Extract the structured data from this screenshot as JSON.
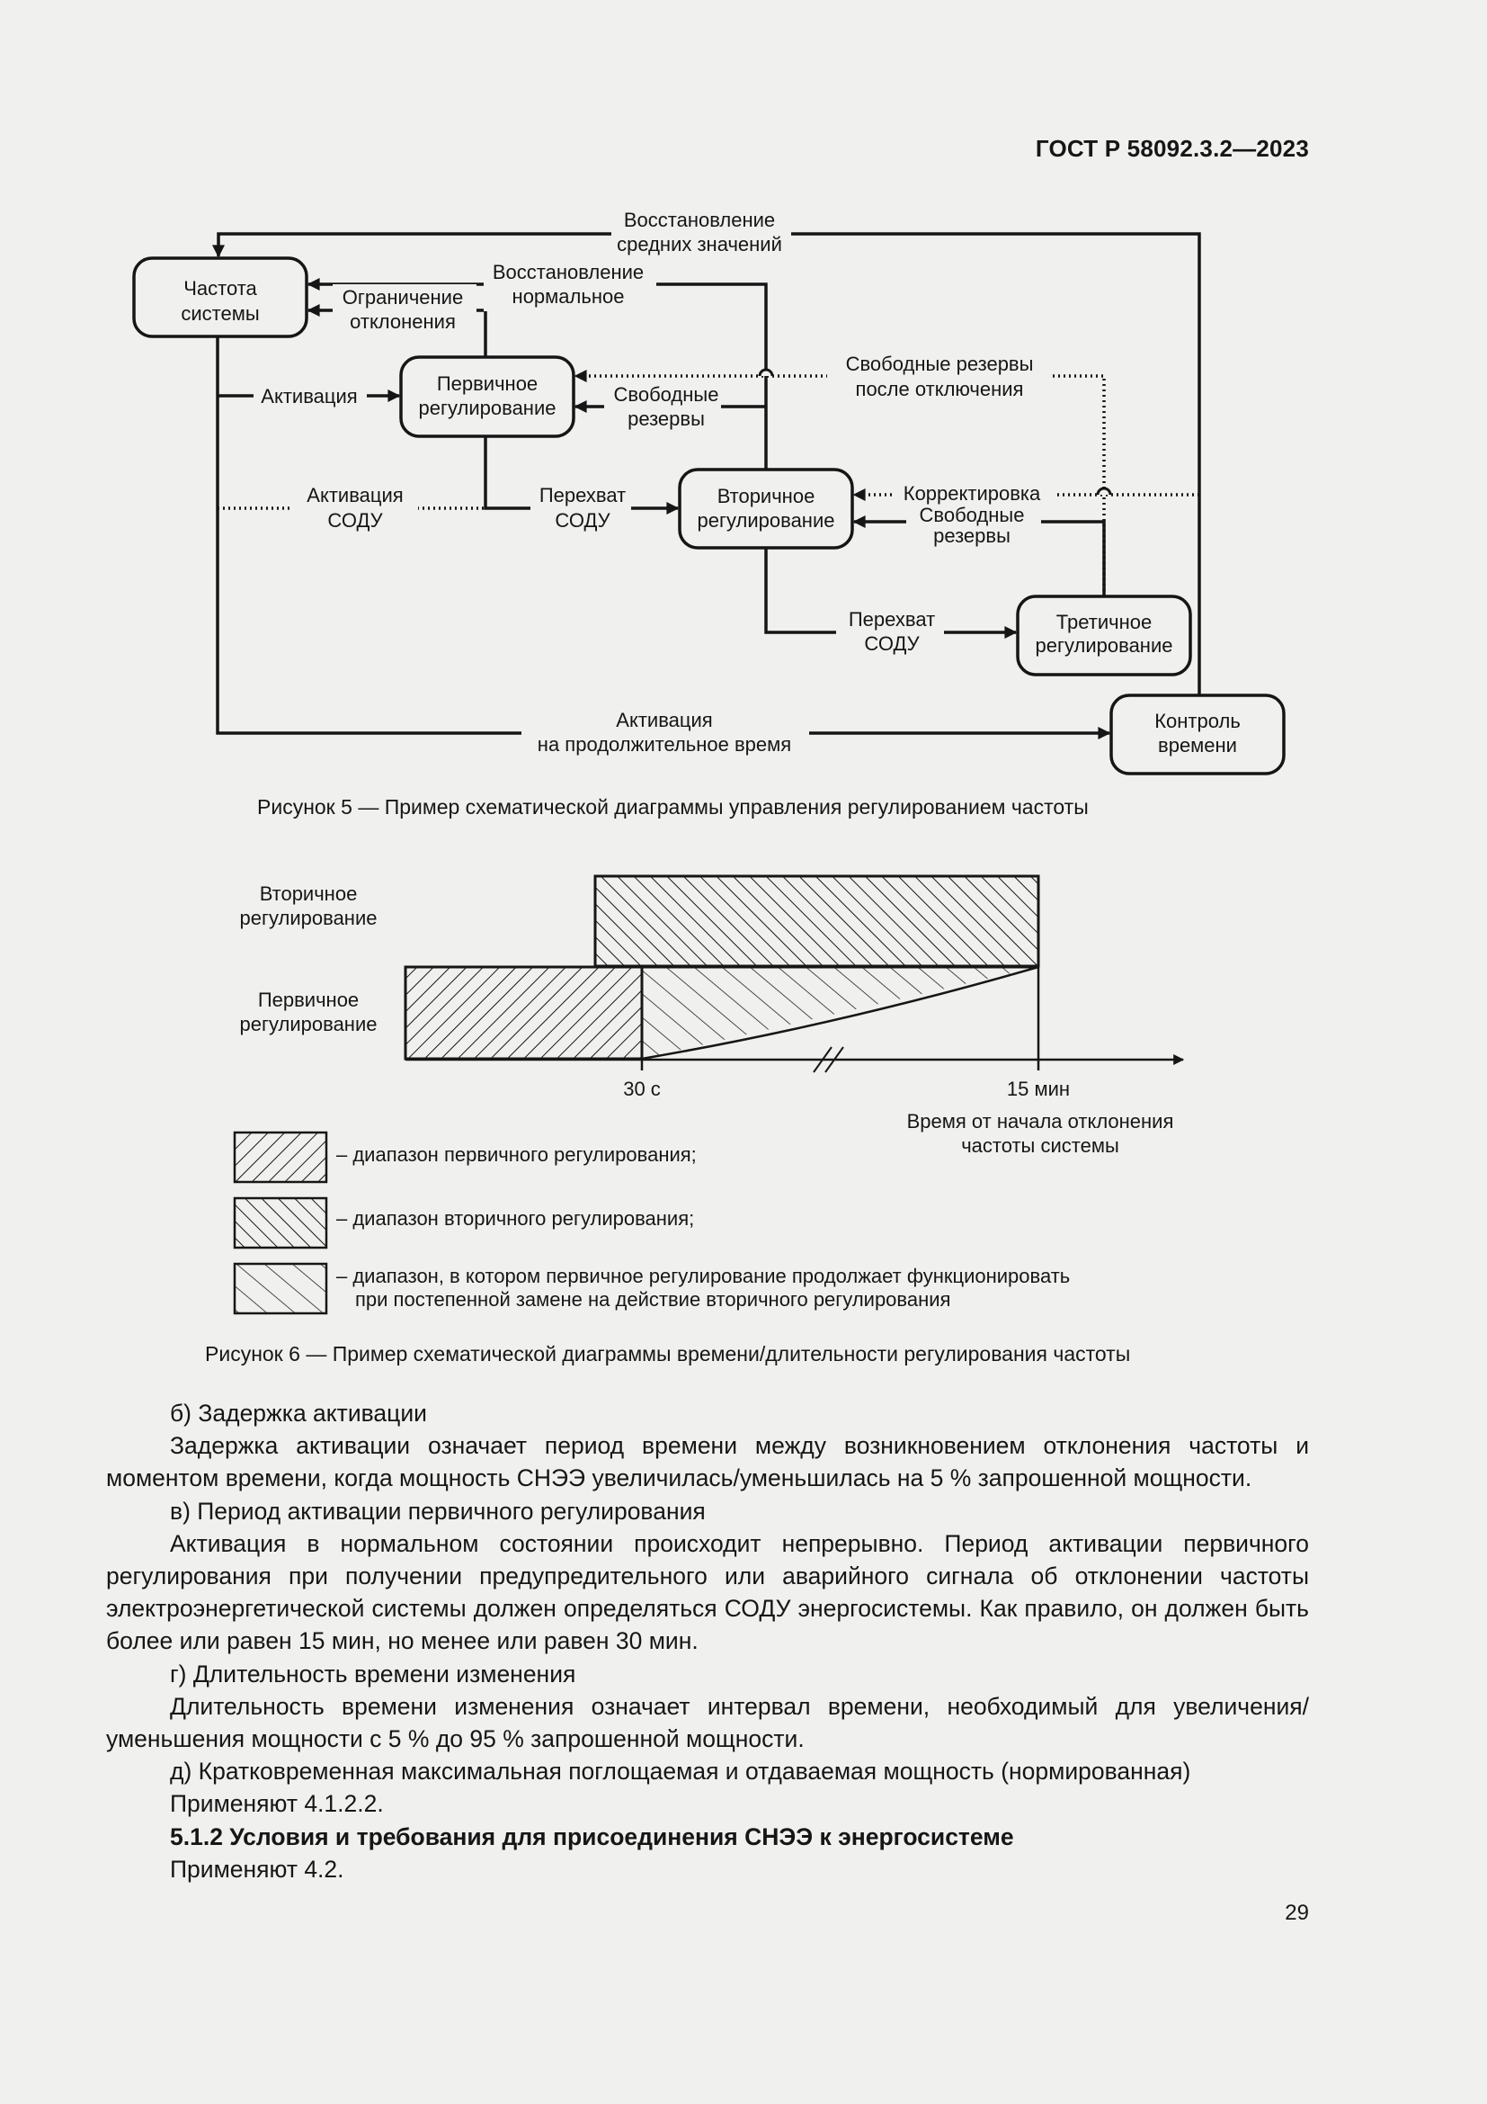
{
  "header": {
    "standard": "ГОСТ Р 58092.3.2—2023"
  },
  "figure5": {
    "nodes": {
      "freq": [
        "Частота",
        "системы"
      ],
      "primary": [
        "Первичное",
        "регулирование"
      ],
      "secondary": [
        "Вторичное",
        "регулирование"
      ],
      "tertiary": [
        "Третичное",
        "регулирование"
      ],
      "time": [
        "Контроль",
        "времени"
      ]
    },
    "labels": {
      "restore_avg": [
        "Восстановление",
        "средних значений"
      ],
      "restore_norm": [
        "Восстановление",
        "нормальное"
      ],
      "limit_dev": [
        "Ограничение",
        "отклонения"
      ],
      "activation": "Активация",
      "free_res_after": [
        "Свободные резервы",
        "после отключения"
      ],
      "free_res_1": [
        "Свободные",
        "резервы"
      ],
      "activation_sodu": [
        "Активация",
        "СОДУ"
      ],
      "intercept_sodu_1": [
        "Перехват",
        "СОДУ"
      ],
      "correction": "Корректировка",
      "free_res_2": [
        "Свободные",
        "резервы"
      ],
      "intercept_sodu_2": [
        "Перехват",
        "СОДУ"
      ],
      "activation_long": [
        "Активация",
        "на продолжительное время"
      ]
    },
    "caption": "Рисунок 5 — Пример схематической диаграммы управления регулированием частоты"
  },
  "figure6": {
    "row_labels": {
      "secondary": [
        "Вторичное",
        "регулирование"
      ],
      "primary": [
        "Первичное",
        "регулирование"
      ]
    },
    "ticks": [
      "30 с",
      "15 мин"
    ],
    "axis_label": [
      "Время от начала отклонения",
      "частоты системы"
    ],
    "legend": [
      {
        "pattern": "backslash",
        "text": [
          "– диапазон первичного регулирования;"
        ]
      },
      {
        "pattern": "slash-dense",
        "text": [
          "– диапазон вторичного регулирования;"
        ]
      },
      {
        "pattern": "slash-sparse",
        "text": [
          "– диапазон, в котором первичное регулирование продолжает функционировать",
          "при постепенной замене на действие вторичного регулирования"
        ]
      }
    ],
    "caption": "Рисунок 6 — Пример схематической диаграммы времени/длительности регулирования частоты"
  },
  "body": {
    "p1": "б)  Задержка активации",
    "p2": "Задержка активации означает период времени между возникновением отклонения частоты и моментом времени, когда мощность СНЭЭ увеличилась/уменьшилась на 5 % запрошенной мощности.",
    "p3": "в)  Период активации первичного регулирования",
    "p4": "Активация в нормальном состоянии происходит непрерывно. Период активации первичного регулирования при получении предупредительного или аварийного сигнала об отклонении частоты электроэнергетической системы должен определяться СОДУ энергосистемы. Как правило, он должен быть более или равен 15 мин, но менее или равен 30 мин.",
    "p5": "г)  Длительность времени изменения",
    "p6": "Длительность времени изменения означает интервал времени, необходимый для увеличения/уменьшения мощности с 5 % до 95 % запрошенной мощности.",
    "p7": "д)  Кратковременная максимальная поглощаемая и отдаваемая мощность (нормированная)",
    "p8": "Применяют 4.1.2.2.",
    "p9": "5.1.2  Условия и требования для присоединения СНЭЭ к энергосистеме",
    "p10": "Применяют 4.2."
  },
  "page_number": "29"
}
